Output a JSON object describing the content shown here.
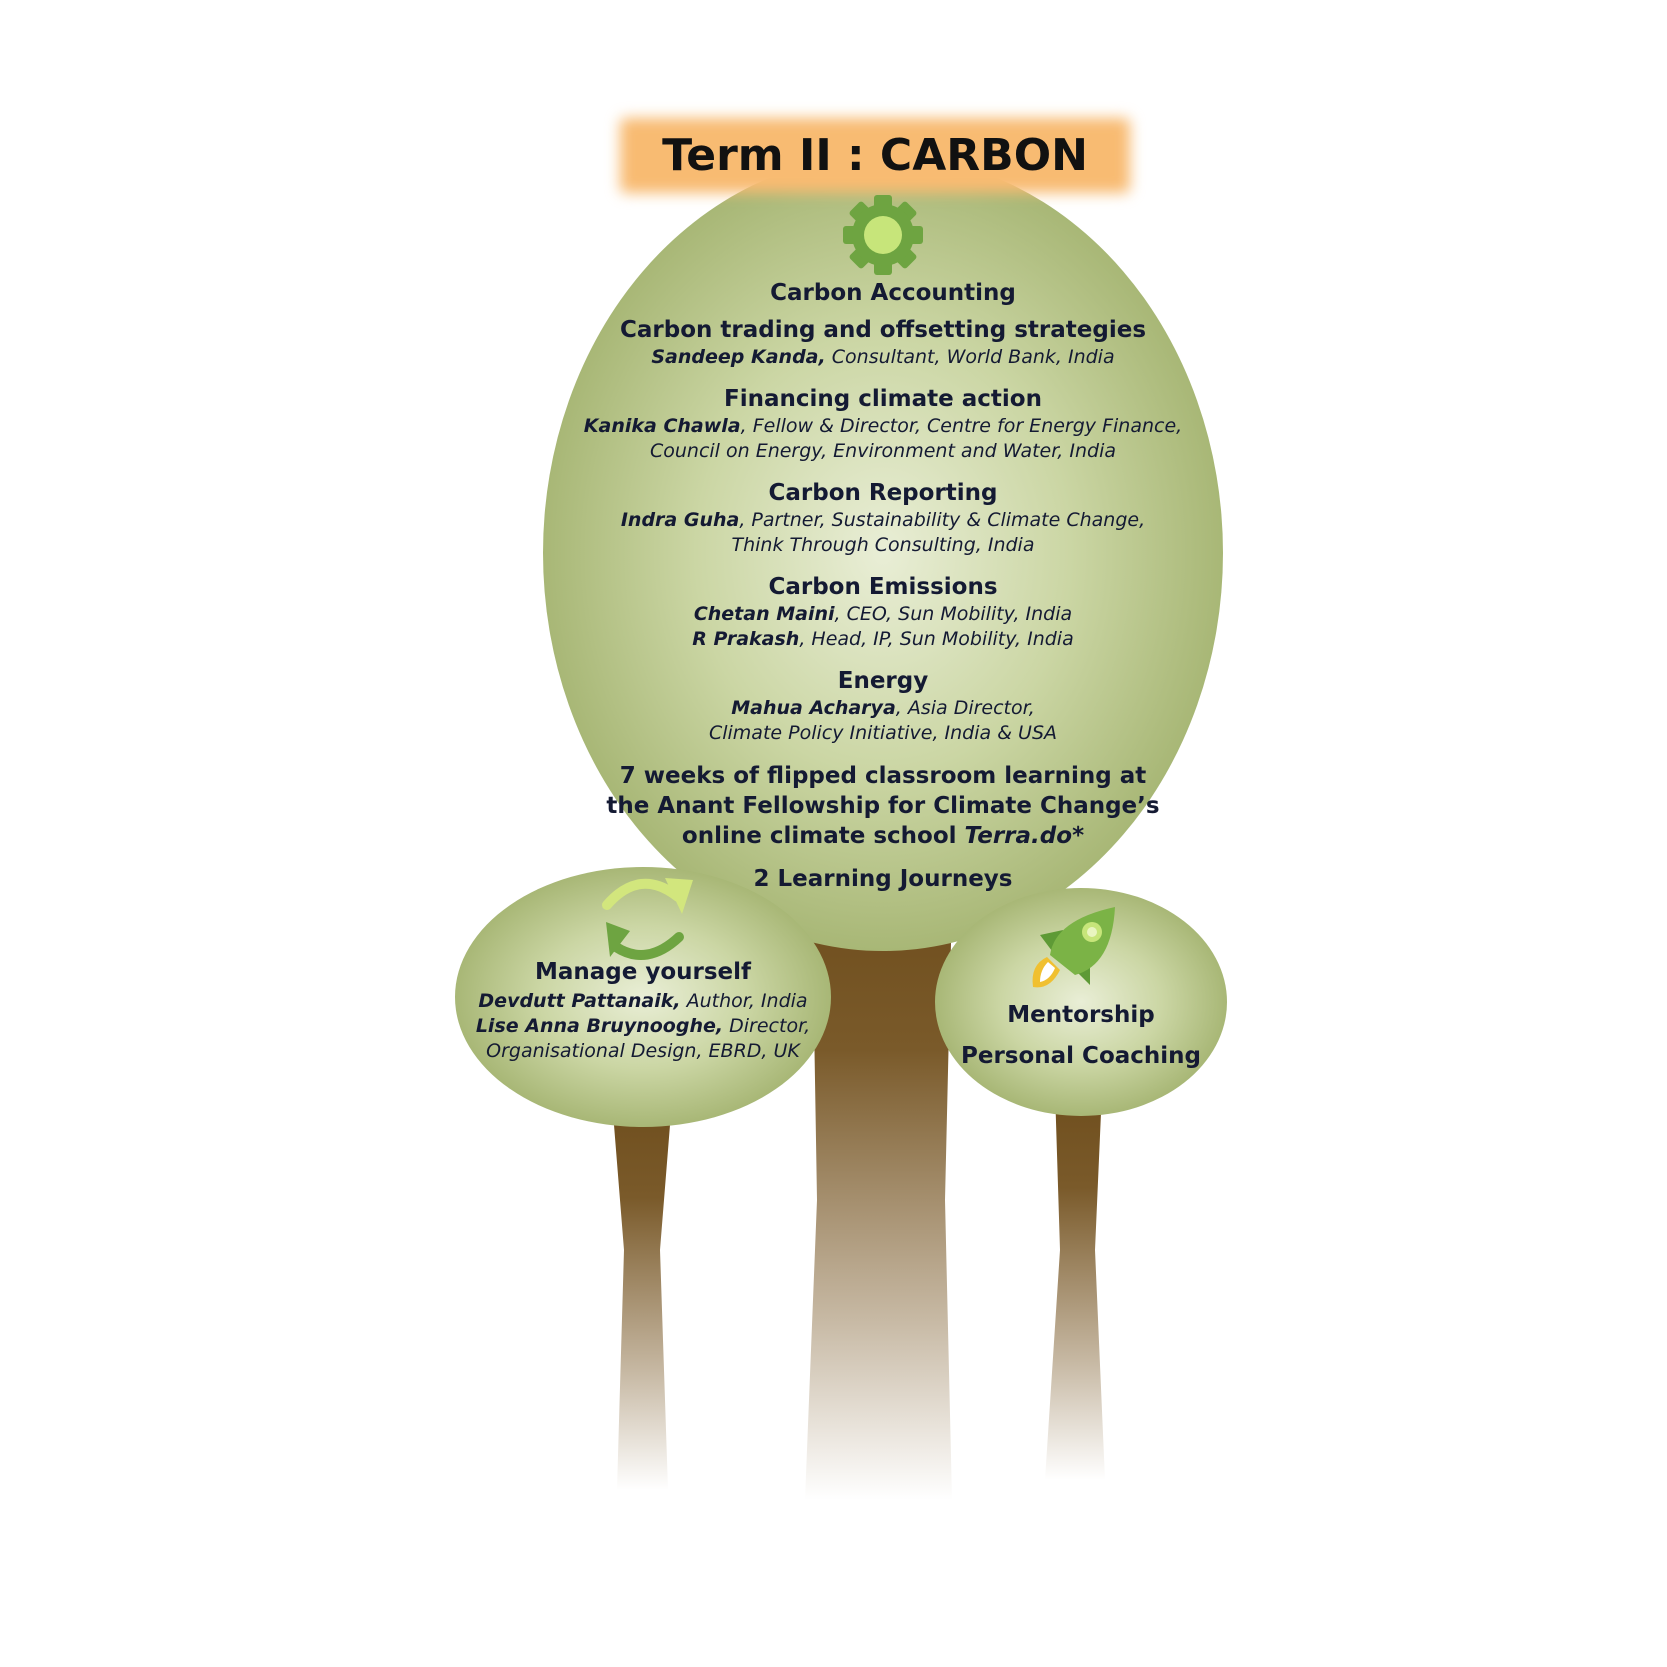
{
  "title": "Term II : CARBON",
  "main": {
    "heading": "Carbon Accounting",
    "sessions": [
      {
        "title": "Carbon trading and offsetting strategies",
        "lines": [
          {
            "name": "Sandeep Kanda,",
            "role": " Consultant, World Bank, India"
          }
        ]
      },
      {
        "title": "Financing climate action",
        "lines": [
          {
            "name": "Kanika Chawla",
            "role": ", Fellow & Director, Centre for Energy Finance,"
          },
          {
            "name": "",
            "role": "Council on Energy, Environment and Water, India"
          }
        ]
      },
      {
        "title": "Carbon Reporting",
        "lines": [
          {
            "name": "Indra Guha",
            "role": ", Partner, Sustainability & Climate Change,"
          },
          {
            "name": "",
            "role": "Think Through Consulting, India"
          }
        ]
      },
      {
        "title": "Carbon Emissions",
        "lines": [
          {
            "name": "Chetan Maini",
            "role": ", CEO, Sun Mobility, India"
          },
          {
            "name": "R Prakash",
            "role": ", Head, IP, Sun Mobility, India"
          }
        ]
      },
      {
        "title": "Energy",
        "lines": [
          {
            "name": "Mahua Acharya",
            "role": ", Asia Director,"
          },
          {
            "name": "",
            "role": "Climate Policy Initiative, India & USA"
          }
        ]
      }
    ],
    "flipped": {
      "line1": "7 weeks of flipped classroom learning at",
      "line2": "the Anant Fellowship for Climate Change’s",
      "line3_prefix": "online climate school ",
      "line3_italic": "Terra.do",
      "line3_suffix": "*"
    },
    "journeys": "2 Learning Journeys"
  },
  "left": {
    "heading": "Manage yourself",
    "lines": [
      {
        "name": "Devdutt Pattanaik,",
        "role": " Author, India"
      },
      {
        "name": "Lise Anna Bruynooghe,",
        "role": " Director,"
      },
      {
        "name": "",
        "role": "Organisational Design, EBRD, UK"
      }
    ]
  },
  "right": {
    "heading1": "Mentorship",
    "heading2": "Personal Coaching"
  },
  "icons": {
    "main": "gear-icon",
    "left": "refresh-arrows-icon",
    "right": "rocket-icon"
  },
  "colors": {
    "foliage_center": "#e6ecd2",
    "foliage_edge": "#a9b878",
    "trunk_top": "#765524",
    "title_band": "#f8bb72",
    "icon_green": "#6ea441",
    "icon_light": "#c7e57a"
  }
}
